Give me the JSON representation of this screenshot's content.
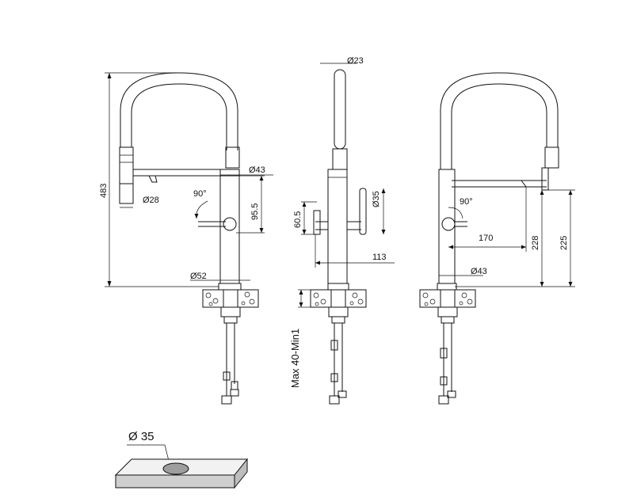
{
  "dimensions": {
    "height_total": "483",
    "spout_diameter": "Ø28",
    "body_diameter": "Ø43",
    "handle_height": "95.5",
    "angle_front": "90°",
    "base_diameter": "Ø52",
    "top_diameter": "Ø23",
    "handle_diameter": "Ø35",
    "side_height": "60.5",
    "reach": "113",
    "angle_side": "90°",
    "handle_reach": "170",
    "spout_height": "228",
    "outlet_height": "225",
    "body_diameter_right": "Ø43",
    "deck_thickness": "Max 40-Min1",
    "hole_diameter": "Ø 35"
  }
}
